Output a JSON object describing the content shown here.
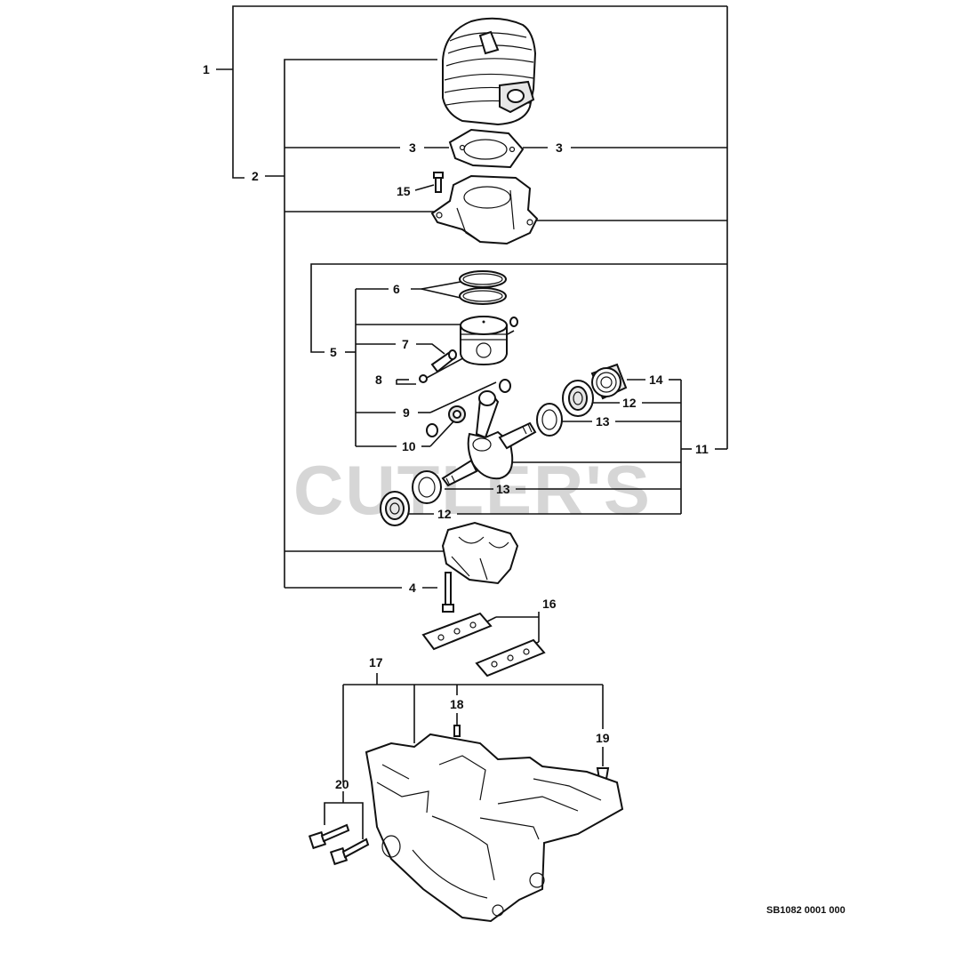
{
  "diagram": {
    "callouts": {
      "c1": "1",
      "c2": "2",
      "c3a": "3",
      "c3b": "3",
      "c4": "4",
      "c5": "5",
      "c6": "6",
      "c7": "7",
      "c8": "8",
      "c9": "9",
      "c10": "10",
      "c11": "11",
      "c12a": "12",
      "c12b": "12",
      "c13a": "13",
      "c13b": "13",
      "c14": "14",
      "c15": "15",
      "c16": "16",
      "c17": "17",
      "c18": "18",
      "c19": "19",
      "c20": "20"
    },
    "watermark": "CUTLER'S",
    "reference": "SB1082 0001 000"
  }
}
